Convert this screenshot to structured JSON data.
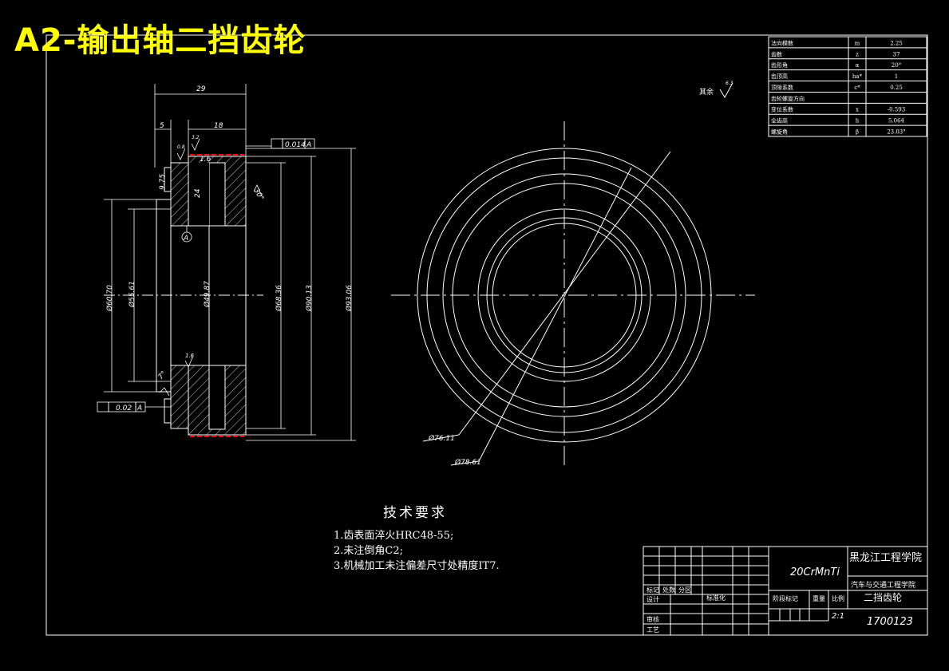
{
  "title": "A2-输出轴二挡齿轮",
  "params": [
    {
      "name": "法向模数",
      "symbol": "m",
      "value": "2.25"
    },
    {
      "name": "齿数",
      "symbol": "z",
      "value": "37"
    },
    {
      "name": "齿形角",
      "symbol": "α",
      "value": "20°"
    },
    {
      "name": "齿顶高",
      "symbol": "ha*",
      "value": "1"
    },
    {
      "name": "顶隙系数",
      "symbol": "c*",
      "value": "0.25"
    },
    {
      "name": "齿轮螺旋方向",
      "symbol": "",
      "value": ""
    },
    {
      "name": "变位系数",
      "symbol": "x",
      "value": "-0.593"
    },
    {
      "name": "全齿高",
      "symbol": "h",
      "value": "5.064"
    },
    {
      "name": "螺旋角",
      "symbol": "β",
      "value": "23.03°"
    }
  ],
  "dims": {
    "w29": "29",
    "w5": "5",
    "w18": "18",
    "tol1": "0.014",
    "datum": "A",
    "tol2": "0.02",
    "r16": "1.6",
    "r32": "3.2",
    "r08": "0.8",
    "d975": "9.75",
    "d24": "24",
    "d6270": "Ø60.70",
    "d5561": "Ø55.61",
    "d4987": "Ø49.87",
    "d6836": "Ø68.36",
    "d9013": "Ø90.13",
    "d9306": "Ø93.06",
    "ang30": "30°",
    "ang7": "7°",
    "circle1": "Ø76.11",
    "circle2": "Ø78.61",
    "rest": "其余",
    "rough": "6.3"
  },
  "tech": {
    "heading": "技术要求",
    "items": [
      "1.齿表面淬火HRC48-55;",
      "2.未注倒角C2;",
      "3.机械加工未注偏差尺寸处精度IT7."
    ]
  },
  "titleblock": {
    "material": "20CrMnTi",
    "school": "黑龙江工程学院",
    "dept": "汽车与交通工程学院",
    "part": "二挡齿轮",
    "drawing_no": "1700123",
    "stage": "阶段标记",
    "weight": "重量",
    "scale_label": "比例",
    "scale": "2:1",
    "labels": [
      "标记",
      "处数",
      "分区",
      "设计",
      "标准化",
      "审核",
      "工艺"
    ]
  },
  "colors": {
    "line": "#ffffff",
    "yellow": "#ffff00",
    "red": "#ff0000"
  }
}
